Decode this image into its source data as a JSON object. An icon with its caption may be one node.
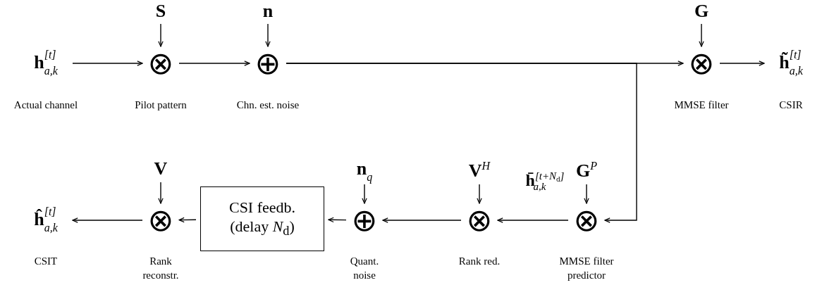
{
  "diagram": {
    "nodes": [
      {
        "text": [
          "**h**$^{[t]}$$_{a,k}$"
        ],
        "beside": [
          "Actual channel"
        ]
      },
      {
        "text": [
          "S"
        ]
      },
      {
        "text": [
          "⊗"
        ],
        "beside": [
          "Pilot pattern"
        ]
      },
      {
        "text": [
          "n"
        ]
      },
      {
        "text": [
          "⊕"
        ],
        "beside": [
          "Chn. est. noise"
        ]
      },
      {
        "text": [
          "G"
        ]
      },
      {
        "text": [
          "⊗"
        ],
        "beside": [
          "MMSE filter"
        ]
      },
      {
        "text": [
          "**h̃**$^{[t]}$$_{a,k}$"
        ],
        "beside": [
          "CSIR"
        ]
      },
      {
        "text": [
          "**G**$^{P}$"
        ]
      },
      {
        "text": [
          "⊗"
        ],
        "beside": [
          "MMSE filter predictor"
        ]
      },
      {
        "text": [
          "**V**$^{H}$"
        ]
      },
      {
        "text": [
          "⊗"
        ],
        "beside": [
          "Rank red."
        ]
      },
      {
        "text": [
          "**n**$_{q}$"
        ]
      },
      {
        "text": [
          "⊕"
        ],
        "beside": [
          "Quant. noise"
        ]
      },
      {
        "text": [
          "CSI feedb. (delay *N*$_{d}$)"
        ]
      },
      {
        "text": [
          "V"
        ]
      },
      {
        "text": [
          "⊗"
        ],
        "beside": [
          "Rank reconstr."
        ]
      },
      {
        "text": [
          "**ĥ**$^{[t]}$$_{a,k}$"
        ],
        "beside": [
          "CSIT"
        ]
      }
    ],
    "edges": [
      {
        "from": 0,
        "to": 2,
        "arrow": "to"
      },
      {
        "from": 1,
        "to": 2,
        "arrow": "to"
      },
      {
        "from": 2,
        "to": 4,
        "arrow": "to"
      },
      {
        "from": 3,
        "to": 4,
        "arrow": "to"
      },
      {
        "from": 4,
        "to": 6,
        "arrow": "to"
      },
      {
        "from": 5,
        "to": 6,
        "arrow": "to"
      },
      {
        "from": 6,
        "to": 7,
        "arrow": "to"
      },
      {
        "from": 4,
        "to": 9,
        "arrow": "to"
      },
      {
        "from": 8,
        "to": 9,
        "arrow": "to"
      },
      {
        "from": 9,
        "to": 11,
        "arrow": "to",
        "label": "**h̄**$^{[t+N}$$_{d}$$^{]}$$_{a,k}$"
      },
      {
        "from": 10,
        "to": 11,
        "arrow": "to"
      },
      {
        "from": 11,
        "to": 13,
        "arrow": "to"
      },
      {
        "from": 12,
        "to": 13,
        "arrow": "to"
      },
      {
        "from": 13,
        "to": 14,
        "arrow": "to"
      },
      {
        "from": 14,
        "to": 16,
        "arrow": "to"
      },
      {
        "from": 15,
        "to": 16,
        "arrow": "to"
      },
      {
        "from": 16,
        "to": 17,
        "arrow": "to"
      }
    ]
  }
}
